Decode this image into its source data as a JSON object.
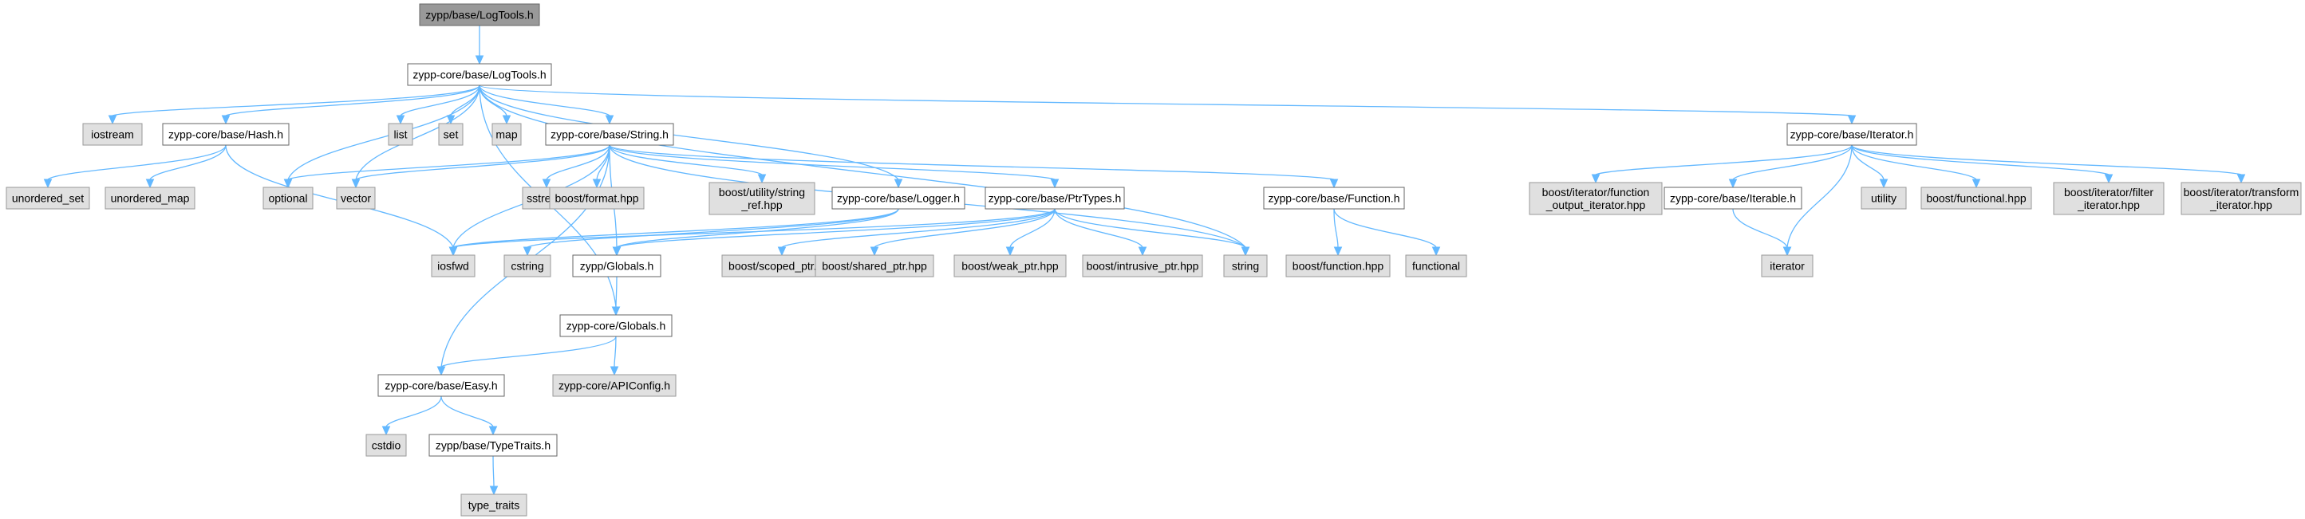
{
  "colors": {
    "current_fill": "#999999",
    "current_border": "#666666",
    "documented_fill": "#ffffff",
    "documented_border": "#666666",
    "external_fill": "#e0e0e0",
    "external_border": "#999999",
    "edge": "#63b8ff",
    "text": "#000000"
  },
  "nodes": {
    "logtools_current": {
      "label": "zypp/base/LogTools.h",
      "kind": "current"
    },
    "logtools_core": {
      "label": "zypp-core/base/LogTools.h",
      "kind": "documented"
    },
    "iostream": {
      "label": "iostream",
      "kind": "external"
    },
    "hash": {
      "label": "zypp-core/base/Hash.h",
      "kind": "documented"
    },
    "list": {
      "label": "list",
      "kind": "external"
    },
    "set": {
      "label": "set",
      "kind": "external"
    },
    "map": {
      "label": "map",
      "kind": "external"
    },
    "string_h": {
      "label": "zypp-core/base/String.h",
      "kind": "documented"
    },
    "iterator_h": {
      "label": "zypp-core/base/Iterator.h",
      "kind": "documented"
    },
    "unordered_set": {
      "label": "unordered_set",
      "kind": "external"
    },
    "unordered_map": {
      "label": "unordered_map",
      "kind": "external"
    },
    "optional": {
      "label": "optional",
      "kind": "external"
    },
    "vector": {
      "label": "vector",
      "kind": "external"
    },
    "sstream": {
      "label": "sstream",
      "kind": "external"
    },
    "boost_format": {
      "label": "boost/format.hpp",
      "kind": "external"
    },
    "boost_string_ref": {
      "label": [
        "boost/utility/string",
        "_ref.hpp"
      ],
      "kind": "external"
    },
    "logger": {
      "label": "zypp-core/base/Logger.h",
      "kind": "documented"
    },
    "ptrtypes": {
      "label": "zypp-core/base/PtrTypes.h",
      "kind": "documented"
    },
    "function_h": {
      "label": "zypp-core/base/Function.h",
      "kind": "documented"
    },
    "iosfwd": {
      "label": "iosfwd",
      "kind": "external"
    },
    "cstring": {
      "label": "cstring",
      "kind": "external"
    },
    "globals": {
      "label": "zypp/Globals.h",
      "kind": "documented"
    },
    "boost_scoped": {
      "label": "boost/scoped_ptr.hpp",
      "kind": "external"
    },
    "boost_shared": {
      "label": "boost/shared_ptr.hpp",
      "kind": "external"
    },
    "boost_weak": {
      "label": "boost/weak_ptr.hpp",
      "kind": "external"
    },
    "boost_intrusive": {
      "label": "boost/intrusive_ptr.hpp",
      "kind": "external"
    },
    "string_std": {
      "label": "string",
      "kind": "external"
    },
    "boost_function": {
      "label": "boost/function.hpp",
      "kind": "external"
    },
    "functional": {
      "label": "functional",
      "kind": "external"
    },
    "globals_core": {
      "label": "zypp-core/Globals.h",
      "kind": "documented"
    },
    "easy": {
      "label": "zypp-core/base/Easy.h",
      "kind": "documented"
    },
    "apiconfig": {
      "label": "zypp-core/APIConfig.h",
      "kind": "external"
    },
    "cstdio": {
      "label": "cstdio",
      "kind": "external"
    },
    "typetraits": {
      "label": "zypp/base/TypeTraits.h",
      "kind": "documented"
    },
    "type_traits": {
      "label": "type_traits",
      "kind": "external"
    },
    "boost_func_out": {
      "label": [
        "boost/iterator/function",
        "_output_iterator.hpp"
      ],
      "kind": "external"
    },
    "iterable": {
      "label": "zypp-core/base/Iterable.h",
      "kind": "documented"
    },
    "utility": {
      "label": "utility",
      "kind": "external"
    },
    "boost_functional": {
      "label": "boost/functional.hpp",
      "kind": "external"
    },
    "boost_filter": {
      "label": [
        "boost/iterator/filter",
        "_iterator.hpp"
      ],
      "kind": "external"
    },
    "boost_transform": {
      "label": [
        "boost/iterator/transform",
        "_iterator.hpp"
      ],
      "kind": "external"
    },
    "iterator_std": {
      "label": "iterator",
      "kind": "external"
    }
  },
  "edges": [
    [
      "logtools_current",
      "logtools_core"
    ],
    [
      "logtools_core",
      "iostream"
    ],
    [
      "logtools_core",
      "hash"
    ],
    [
      "logtools_core",
      "list"
    ],
    [
      "logtools_core",
      "set"
    ],
    [
      "logtools_core",
      "map"
    ],
    [
      "logtools_core",
      "string_h"
    ],
    [
      "logtools_core",
      "iterator_h"
    ],
    [
      "logtools_core",
      "optional"
    ],
    [
      "logtools_core",
      "vector"
    ],
    [
      "logtools_core",
      "logger"
    ],
    [
      "logtools_core",
      "string_std"
    ],
    [
      "logtools_core",
      "globals_core"
    ],
    [
      "hash",
      "unordered_set"
    ],
    [
      "hash",
      "unordered_map"
    ],
    [
      "hash",
      "iosfwd"
    ],
    [
      "string_h",
      "optional"
    ],
    [
      "string_h",
      "vector"
    ],
    [
      "string_h",
      "iosfwd"
    ],
    [
      "string_h",
      "sstream"
    ],
    [
      "string_h",
      "boost_format"
    ],
    [
      "string_h",
      "boost_string_ref"
    ],
    [
      "string_h",
      "ptrtypes"
    ],
    [
      "string_h",
      "function_h"
    ],
    [
      "string_h",
      "globals"
    ],
    [
      "string_h",
      "string_std"
    ],
    [
      "string_h",
      "easy"
    ],
    [
      "logger",
      "iosfwd"
    ],
    [
      "logger",
      "cstring"
    ],
    [
      "logger",
      "globals"
    ],
    [
      "ptrtypes",
      "iosfwd"
    ],
    [
      "ptrtypes",
      "globals"
    ],
    [
      "ptrtypes",
      "boost_scoped"
    ],
    [
      "ptrtypes",
      "boost_shared"
    ],
    [
      "ptrtypes",
      "boost_weak"
    ],
    [
      "ptrtypes",
      "boost_intrusive"
    ],
    [
      "ptrtypes",
      "string_std"
    ],
    [
      "function_h",
      "boost_function"
    ],
    [
      "function_h",
      "functional"
    ],
    [
      "globals",
      "globals_core"
    ],
    [
      "globals_core",
      "easy"
    ],
    [
      "globals_core",
      "apiconfig"
    ],
    [
      "easy",
      "cstdio"
    ],
    [
      "easy",
      "typetraits"
    ],
    [
      "typetraits",
      "type_traits"
    ],
    [
      "iterator_h",
      "boost_func_out"
    ],
    [
      "iterator_h",
      "iterable"
    ],
    [
      "iterator_h",
      "iterator_std"
    ],
    [
      "iterator_h",
      "utility"
    ],
    [
      "iterator_h",
      "boost_functional"
    ],
    [
      "iterator_h",
      "boost_filter"
    ],
    [
      "iterator_h",
      "boost_transform"
    ],
    [
      "iterable",
      "iterator_std"
    ]
  ]
}
